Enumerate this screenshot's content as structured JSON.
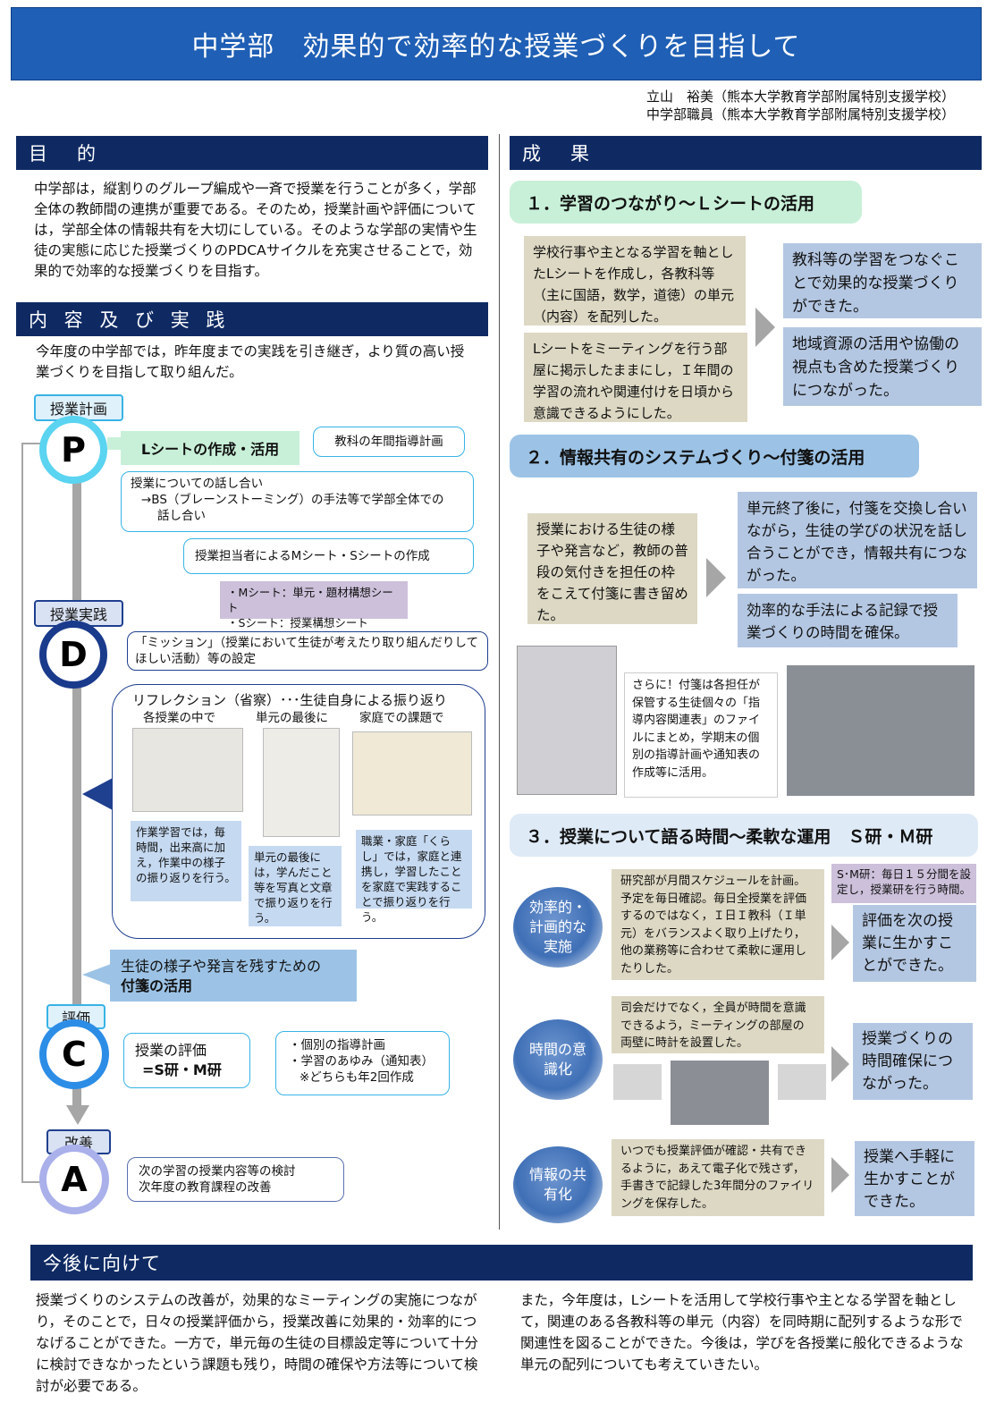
{
  "header": {
    "title": "中学部　効果的で効率的な授業づくりを目指して",
    "author1": "立山　裕美（熊本大学教育学部附属特別支援学校）",
    "author2": "中学部職員（熊本大学教育学部附属特別支援学校）"
  },
  "purpose": {
    "heading": "目　的",
    "body": "中学部は，縦割りのグループ編成や一斉で授業を行うことが多く，学部全体の教師間の連携が重要である。そのため，授業計画や評価については，学部全体の情報共有を大切にしている。そのような学部の実情や生徒の実態に応じた授業づくりのPDCAサイクルを充実させることで，効果的で効率的な授業づくりを目指す。"
  },
  "practice": {
    "heading": "内 容 及 び 実 践",
    "intro": "今年度の中学部では，昨年度までの実践を引き継ぎ，より質の高い授業づくりを目指して取り組んだ。",
    "p": {
      "tag": "授業計画",
      "letter": "P",
      "focus": "Lシートの作成・活用",
      "annual": "教科の年間指導計画",
      "talk1": "授業についての話し合い",
      "talk2": "→BS（ブレーンストーミング）の手法等で学部全体での",
      "talk3": "話し合い",
      "sheets": "授業担当者によるMシート・Sシートの作成",
      "note1": "・Mシート：単元・題材構想シート",
      "note2": "・Sシート：授業構想シート"
    },
    "d": {
      "tag": "授業実践",
      "letter": "D",
      "mission": "「ミッション」（授業において生徒が考えたり取り組んだりしてほしい活動）等の設定",
      "reflection": "リフレクション（省察）･･･生徒自身による振り返り",
      "col1": "各授業の中で",
      "col2": "単元の最後に",
      "col3": "家庭での課題で",
      "cap1": "作業学習では，毎時間，出来高に加え，作業中の様子の振り返りを行う。",
      "cap2": "単元の最後には，学んだこと等を写真と文章で振り返りを行う。",
      "cap3": "職業・家庭「くらし」では，家庭と連携し，学習したことを家庭で実践することで振り返りを行う。",
      "sticky1": "生徒の様子や発言を残すための",
      "sticky2": "付箋の活用"
    },
    "c": {
      "tag": "評価",
      "letter": "C",
      "eval1": "授業の評価",
      "eval2": "=S研・M研",
      "list1": "・個別の指導計画",
      "list2": "・学習のあゆみ（通知表）",
      "list3": "※どちらも年2回作成"
    },
    "a": {
      "tag": "改善",
      "letter": "A",
      "next1": "次の学習の授業内容等の検討",
      "next2": "次年度の教育課程の改善"
    }
  },
  "results": {
    "heading": "成　果",
    "s1": {
      "title": "１．学習のつながり～Ｌシートの活用",
      "left1": "学校行事や主となる学習を軸としたLシートを作成し，各教科等（主に国語，数学，道徳）の単元（内容）を配列した。",
      "left2": "Lシートをミーティングを行う部屋に掲示したままにし，Ｉ年間の学習の流れや関連付けを日頃から意識できるようにした。",
      "right1": "教科等の学習をつなぐことで効果的な授業づくりができた。",
      "right2": "地域資源の活用や協働の視点も含めた授業づくりにつながった。"
    },
    "s2": {
      "title": "２．情報共有のシステムづくり～付箋の活用",
      "left": "授業における生徒の様子や発言など，教師の普段の気付きを担任の枠をこえて付箋に書き留めた。",
      "right1": "単元終了後に，付箋を交換し合いながら，生徒の学びの状況を話し合うことができ，情報共有につながった。",
      "right2": "効率的な手法による記録で授業づくりの時間を確保。",
      "note": "さらに！付箋は各担任が保管する生徒個々の「指導内容関連表」のファイルにまとめ，学期末の個別の指導計画や通知表の作成等に活用。"
    },
    "s3": {
      "title": "３．授業について語る時間～柔軟な運用　Ｓ研・Ｍ研",
      "oval1": "効率的・計画的な実施",
      "oval2": "時間の意識化",
      "oval3": "情報の共有化",
      "desc1": "研究部が月間スケジュールを計画。予定を毎日確認。毎日全授業を評価するのではなく，Ｉ日Ｉ教科（Ｉ単元）をバランスよく取り上げたり，他の業務等に合わせて柔軟に運用したりした。",
      "desc2": "司会だけでなく，全員が時間を意識できるよう，ミーティングの部屋の両壁に時計を設置した。",
      "desc3": "いつでも授業評価が確認・共有できるように，あえて電子化で残さず，手書きで記録した3年間分のファイリングを保存した。",
      "srm": "S･M研：毎日１５分間を設定し，授業研を行う時間。",
      "res1": "評価を次の授業に生かすことができた。",
      "res2": "授業づくりの時間確保につながった。",
      "res3": "授業へ手軽に生かすことができた。"
    }
  },
  "future": {
    "heading": "今後に向けて",
    "left": "授業づくりのシステムの改善が，効果的なミーティングの実施につながり，そのことで，日々の授業評価から，授業改善に効果的・効率的につなげることができた。一方で，単元毎の生徒の目標設定等について十分に検討できなかったという課題も残り，時間の確保や方法等について検討が必要である。",
    "right": "また，今年度は，Lシートを活用して学校行事や主となる学習を軸として，関連のある各教科等の単元（内容）を同時期に配列するような形で関連性を図ることができた。今後は，学びを各授業に般化できるような単元の配列についても考えていきたい。"
  },
  "colors": {
    "title_bar": "#1f5fb5",
    "section_head": "#0f2a63",
    "green_head": "#c8f0d8",
    "blue_head": "#9cc3e6",
    "cyan": "#38b3e6"
  }
}
